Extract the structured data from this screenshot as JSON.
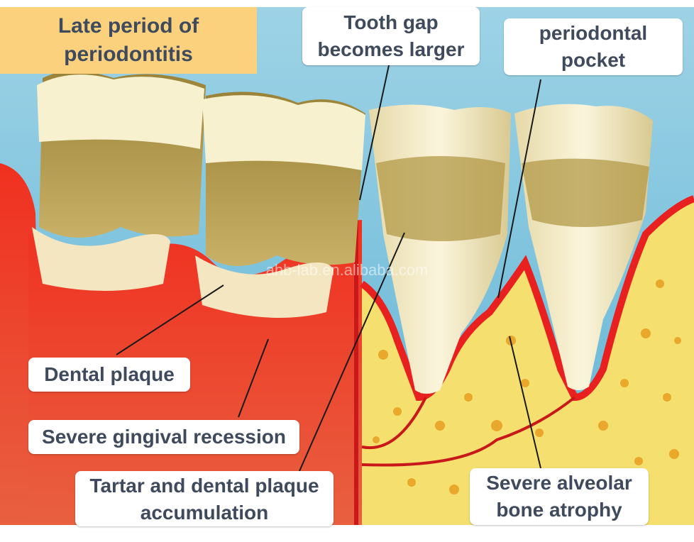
{
  "title": {
    "line1": "Late period of",
    "line2": "periodontitis"
  },
  "labels": {
    "tooth_gap": {
      "line1": "Tooth gap",
      "line2": "becomes larger"
    },
    "periodontal_pocket": {
      "line1": "periodontal",
      "line2": "pocket"
    },
    "dental_plaque": "Dental plaque",
    "gingival_recession": "Severe gingival recession",
    "tartar": {
      "line1": "Tartar and dental plaque",
      "line2": "accumulation"
    },
    "bone_atrophy": {
      "line1": "Severe alveolar",
      "line2": "bone atrophy"
    }
  },
  "watermark": "ahb-lab.en.alibaba.com",
  "colors": {
    "title_bg": "#fbd17d",
    "label_text": "#3f4a5c",
    "sky": "#7fc4de",
    "gum_red": "#e8201f",
    "bone_yellow": "#f5df6e",
    "enamel": "#f4ecc4",
    "tartar": "#b39a48"
  }
}
